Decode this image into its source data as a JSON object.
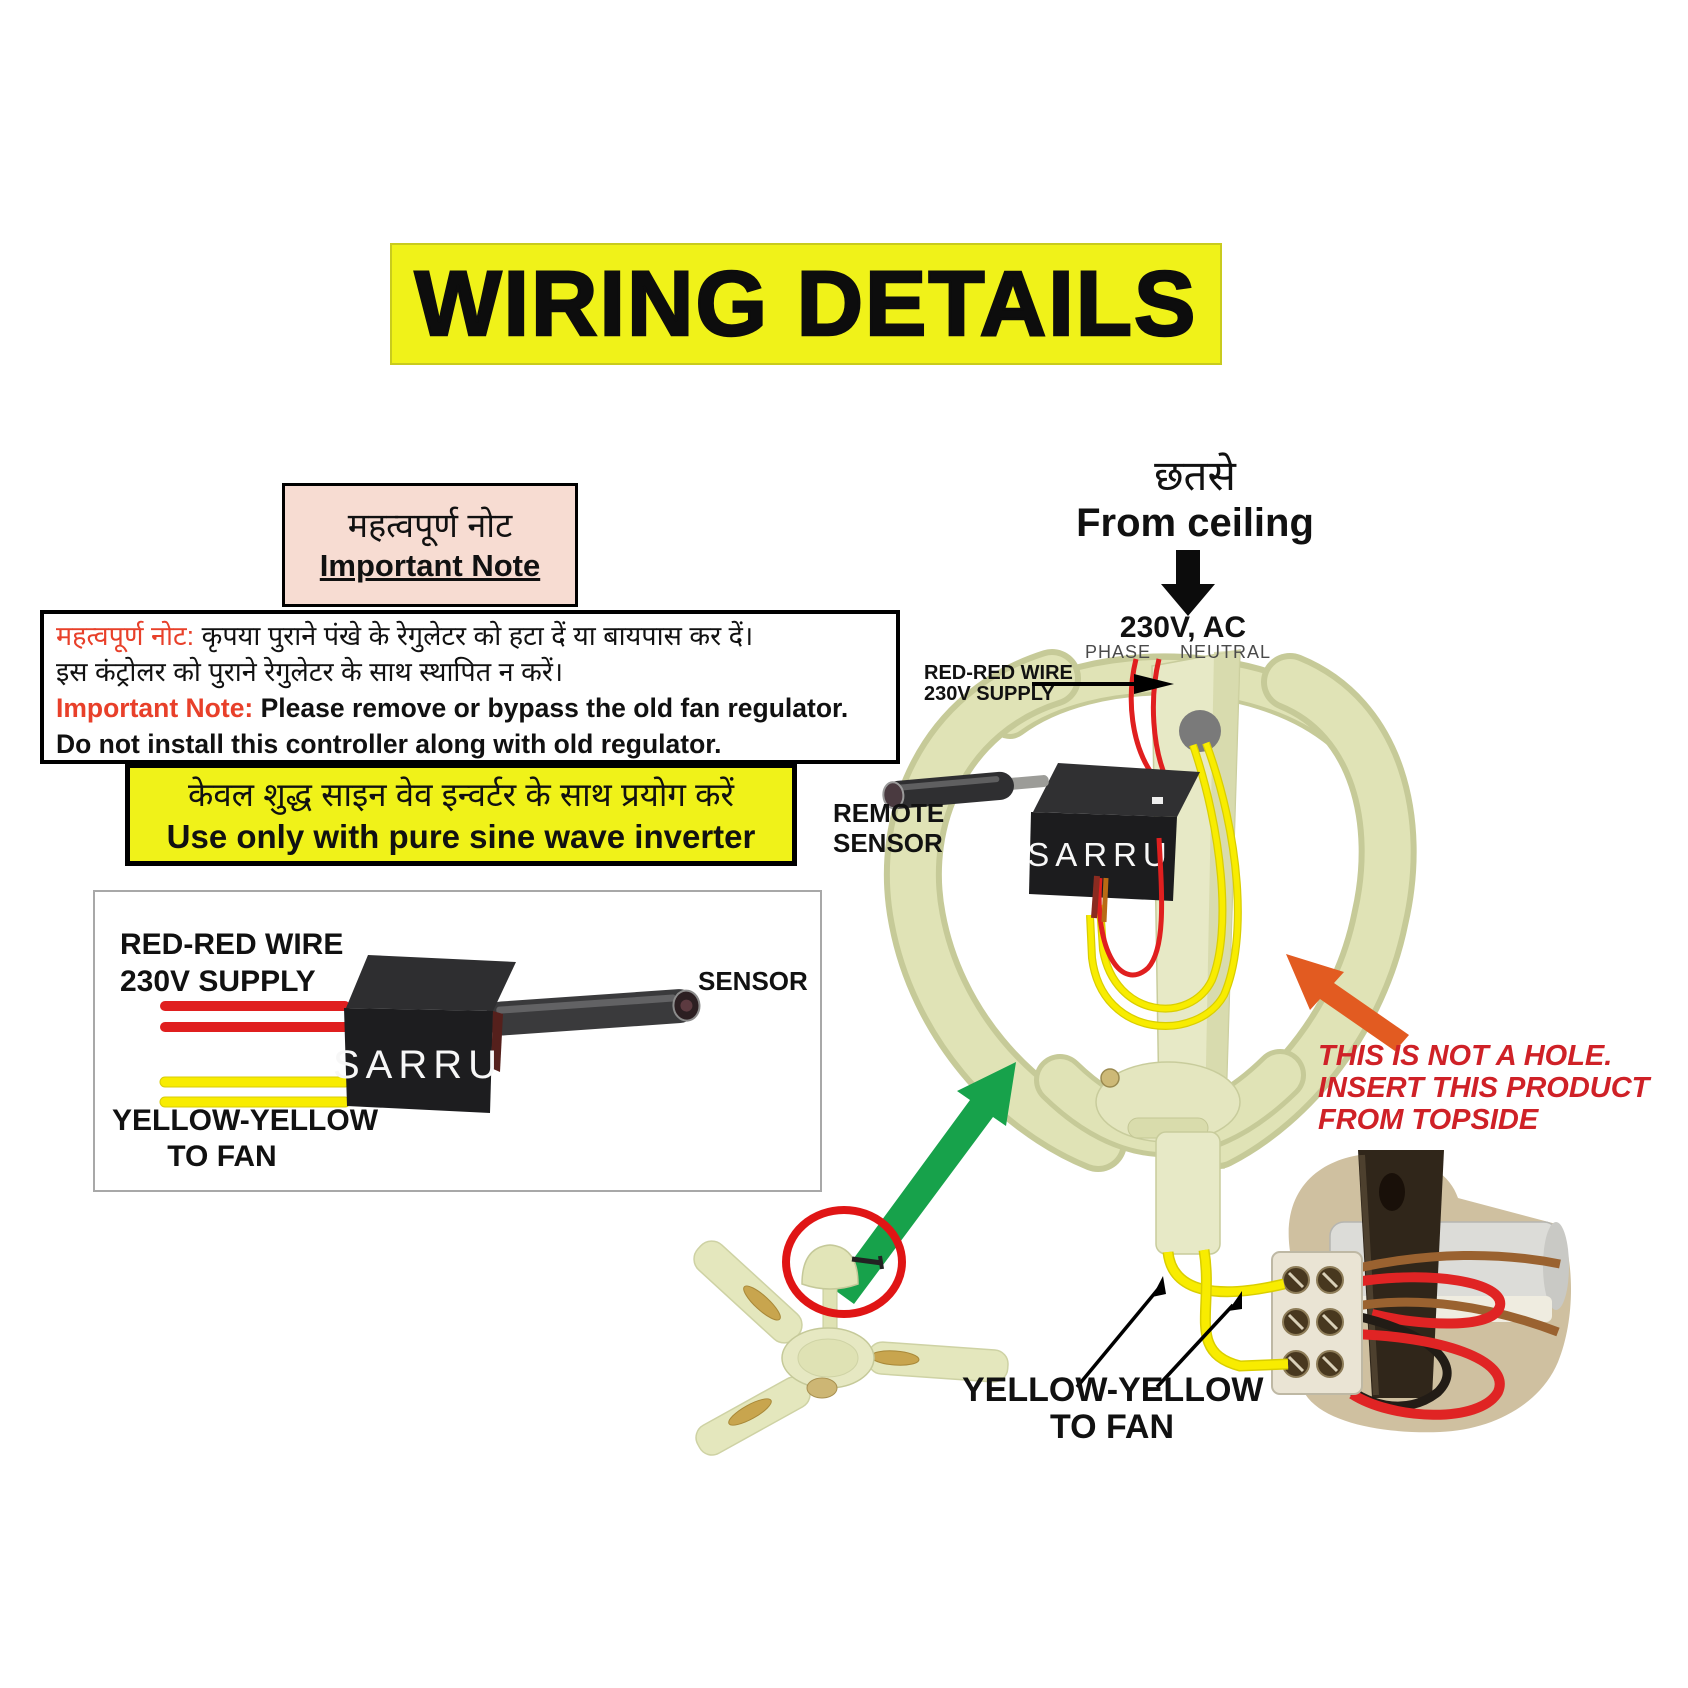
{
  "colors": {
    "banner_yellow": "#f0f219",
    "pink": "#f7dcd2",
    "note_red": "#e8402a",
    "crimson": "#cf2127",
    "wire_red": "#e01f1f",
    "wire_yellow": "#f8ec00",
    "canopy": "#e0e3b6",
    "canopy_edge": "#c6ca98",
    "green_arrow": "#17a24b",
    "orange_arrow": "#e25b21"
  },
  "title": "WIRING DETAILS",
  "important_note_box": {
    "hindi": "महत्वपूर्ण नोट",
    "english": "Important Note"
  },
  "warning_box": {
    "hindi_lead": "महत्वपूर्ण नोट:",
    "hindi_line1_rest": " कृपया पुराने पंखे के रेगुलेटर को हटा दें या बायपास कर दें।",
    "hindi_line2": "इस कंट्रोलर को पुराने रेगुलेटर के साथ स्थापित न करें।",
    "english_lead": "Important Note:",
    "english_line1_rest": " Please remove or bypass the old fan regulator.",
    "english_line2": "Do not install this controller along with old regulator."
  },
  "inverter_box": {
    "hindi": "केवल शुद्ध साइन वेव इन्वर्टर के साथ प्रयोग करें",
    "english": "Use only with pure sine wave inverter"
  },
  "product_panel": {
    "red_wire_line1": "RED-RED WIRE",
    "red_wire_line2": "230V SUPPLY",
    "sensor": "SENSOR",
    "brand": "SARRU",
    "yellow_wire_line1": "YELLOW-YELLOW",
    "yellow_wire_line2": "TO FAN"
  },
  "installation": {
    "from_ceiling_hindi": "छतसे",
    "from_ceiling_english": "From ceiling",
    "supply": "230V, AC",
    "phase": "PHASE",
    "neutral": "NEUTRAL",
    "red_wire_line1": "RED-RED WIRE",
    "red_wire_line2": "230V SUPPLY",
    "remote_line1": "REMOTE",
    "remote_line2": "SENSOR",
    "brand": "SARRU",
    "hole_note_line1": "THIS IS NOT A HOLE.",
    "hole_note_line2": "INSERT THIS PRODUCT",
    "hole_note_line3": "FROM TOPSIDE",
    "yellow_wire_line1": "YELLOW-YELLOW",
    "yellow_wire_line2": "TO FAN"
  }
}
